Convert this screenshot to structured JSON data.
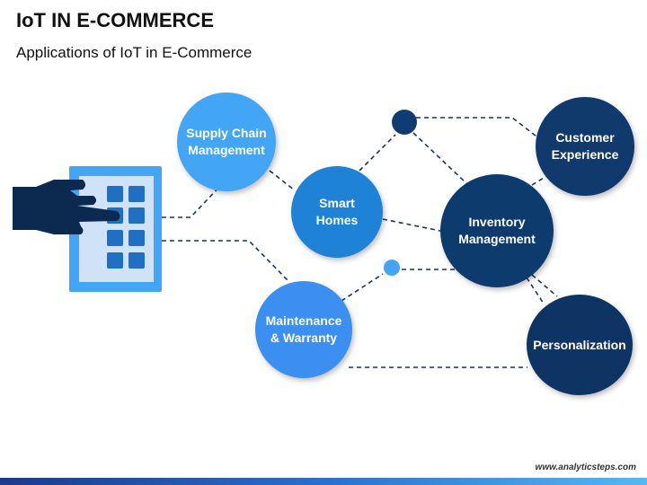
{
  "header": {
    "title": "IoT IN E-COMMERCE",
    "subtitle": "Applications of IoT in E-Commerce"
  },
  "nodes": {
    "supply_chain": "Supply Chain\nManagement",
    "smart_homes": "Smart\nHomes",
    "maintenance": "Maintenance\n& Warranty",
    "inventory": "Inventory\nManagement",
    "customer": "Customer\nExperience",
    "personalization": "Personalization"
  },
  "icons": {
    "device": "tablet-icon",
    "hand": "hand-pointing-icon"
  },
  "colors": {
    "light_blue": "#42a5f5",
    "mid_blue": "#1e82d7",
    "dark_navy": "#0d3b6e",
    "tablet_frame": "#42a5f5",
    "tablet_screen": "#cfe2f7",
    "key_blue": "#1f6fc4"
  },
  "footer": {
    "url": "www.analyticsteps.com"
  }
}
